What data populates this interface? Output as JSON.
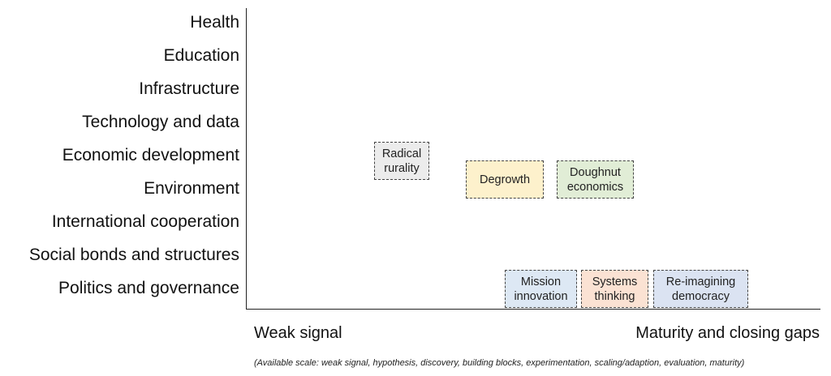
{
  "categories": [
    "Health",
    "Education",
    "Infrastructure",
    "Technology and data",
    "Economic development",
    "Environment",
    "International cooperation",
    "Social bonds and structures",
    "Politics and governance"
  ],
  "boxes": [
    {
      "label": "Radical\nrurality",
      "fill": "#ececec"
    },
    {
      "label": "Degrowth",
      "fill": "#fdf1cc"
    },
    {
      "label": "Doughnut\neconomics",
      "fill": "#e1edd6"
    },
    {
      "label": "Mission\ninnovation",
      "fill": "#dde8f4"
    },
    {
      "label": "Systems\nthinking",
      "fill": "#fbe2d3"
    },
    {
      "label": "Re-imagining\ndemocracy",
      "fill": "#dbe3f2"
    }
  ],
  "scale": {
    "start": "Weak signal",
    "end": "Maturity and closing gaps",
    "note": "(Available scale: weak signal, hypothesis, discovery, building blocks, experimentation, scaling/adaption, evaluation, maturity)"
  }
}
